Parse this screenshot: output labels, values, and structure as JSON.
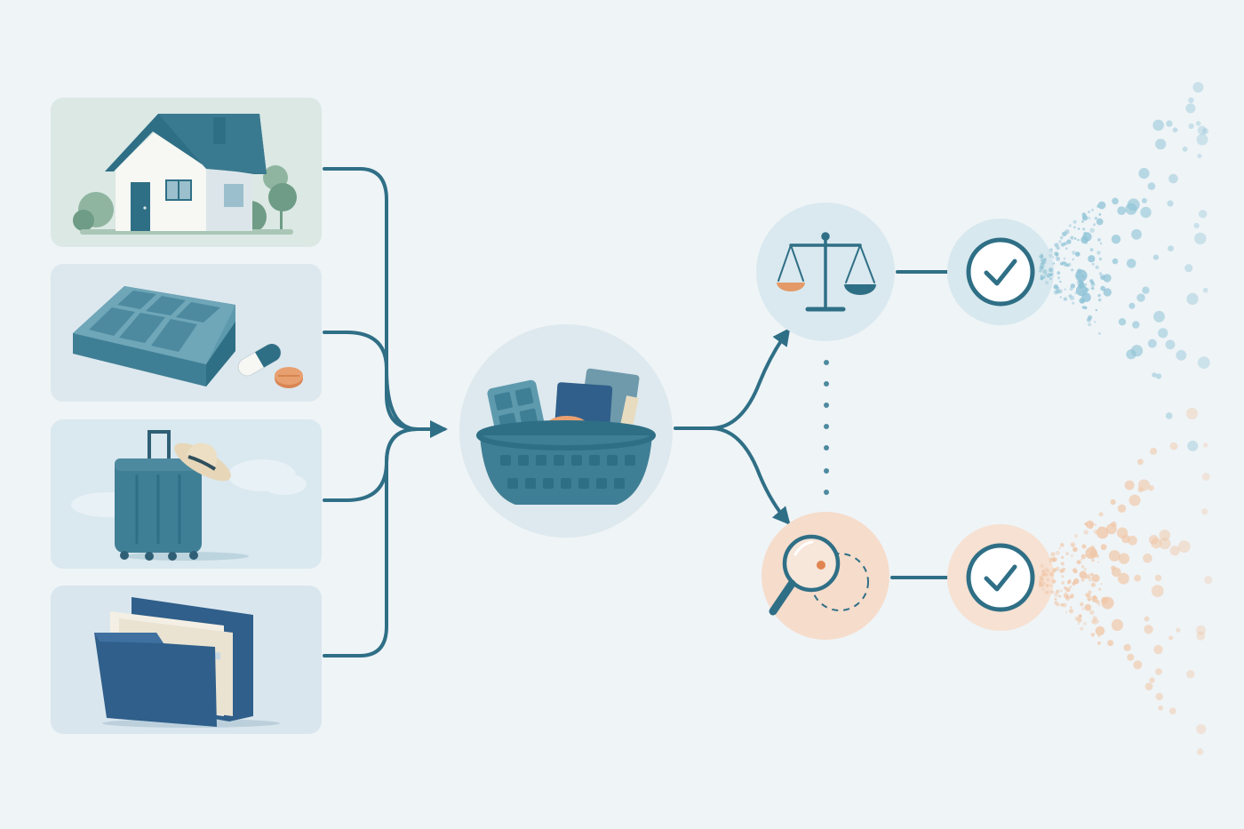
{
  "diagram": {
    "sources": [
      {
        "id": "home",
        "icon": "house-icon"
      },
      {
        "id": "pill-organizer",
        "icon": "pill-organizer-icon"
      },
      {
        "id": "travel",
        "icon": "suitcase-icon"
      },
      {
        "id": "documents",
        "icon": "folder-icon"
      }
    ],
    "hub": {
      "icon": "basket-icon"
    },
    "branches": [
      {
        "id": "compare",
        "icon": "balance-scale-icon",
        "result_icon": "checkmark-icon",
        "tone": "blue"
      },
      {
        "id": "inspect",
        "icon": "magnifier-icon",
        "result_icon": "checkmark-icon",
        "tone": "peach"
      }
    ]
  },
  "colors": {
    "background": "#eff4f7",
    "primary": "#2f6f86",
    "navy": "#2f5f8a",
    "teal": "#3f7f95",
    "accent_orange": "#e39a68",
    "blue_particles": "#8fc3d6",
    "peach_particles": "#f0c6a6"
  }
}
